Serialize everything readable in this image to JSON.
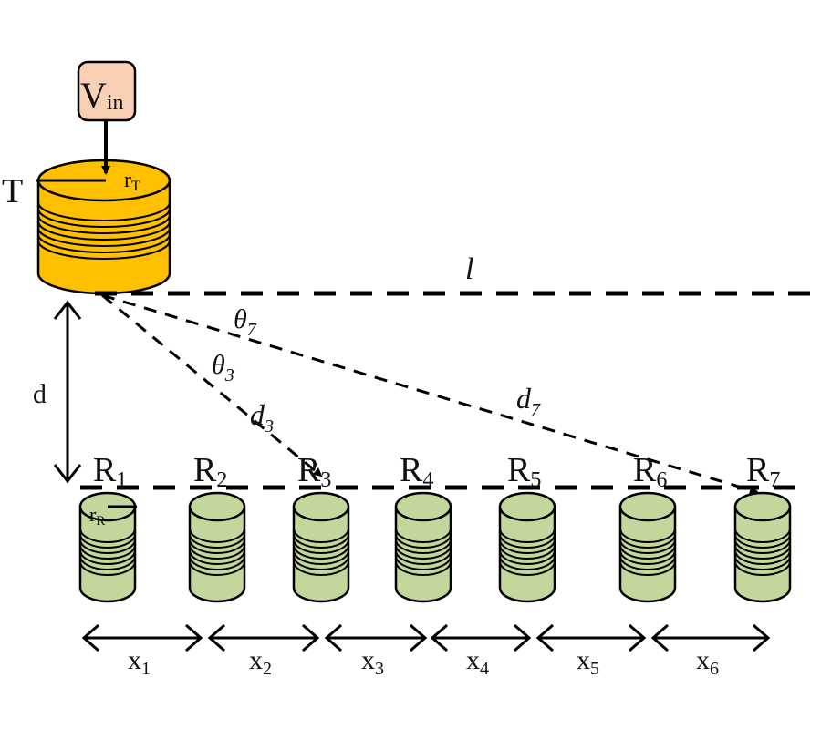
{
  "diagram": {
    "title": "Transmitter coil T coupled to a linear array of receiver coils",
    "source": {
      "label": "V",
      "subscript": "in",
      "fill": "#f9d0b4"
    },
    "transmitter": {
      "label": "T",
      "radius_label": "r",
      "radius_subscript": "T",
      "fill": "#ffc000"
    },
    "receiver_radius": {
      "label": "r",
      "subscript": "R"
    },
    "receiver_fill": "#c3d69b",
    "receivers": [
      {
        "label": "R",
        "subscript": "1"
      },
      {
        "label": "R",
        "subscript": "2"
      },
      {
        "label": "R",
        "subscript": "3"
      },
      {
        "label": "R",
        "subscript": "4"
      },
      {
        "label": "R",
        "subscript": "5"
      },
      {
        "label": "R",
        "subscript": "6"
      },
      {
        "label": "R",
        "subscript": "7"
      }
    ],
    "spacings": [
      {
        "label": "x",
        "subscript": "1"
      },
      {
        "label": "x",
        "subscript": "2"
      },
      {
        "label": "x",
        "subscript": "3"
      },
      {
        "label": "x",
        "subscript": "4"
      },
      {
        "label": "x",
        "subscript": "5"
      },
      {
        "label": "x",
        "subscript": "6"
      }
    ],
    "vertical_distance": {
      "label": "d"
    },
    "horizontal_line": {
      "label": "l"
    },
    "paths": [
      {
        "target": "R3",
        "distance_label": "d",
        "distance_subscript": "3",
        "angle_label": "θ",
        "angle_subscript": "3"
      },
      {
        "target": "R7",
        "distance_label": "d",
        "distance_subscript": "7",
        "angle_label": "θ",
        "angle_subscript": "7"
      }
    ]
  }
}
